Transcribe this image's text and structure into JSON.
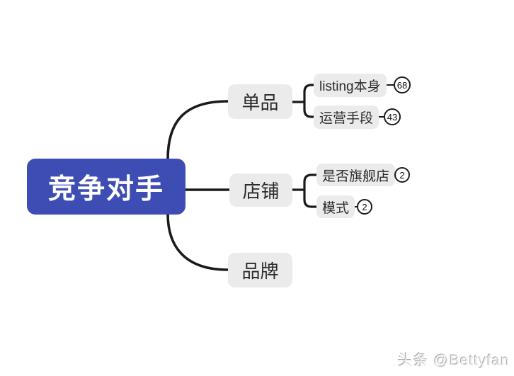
{
  "diagram": {
    "type": "mindmap",
    "root": {
      "label": "竞争对手"
    },
    "branches": [
      {
        "label": "单品",
        "children": [
          {
            "label": "listing本身",
            "count": "68"
          },
          {
            "label": "运营手段",
            "count": "43"
          }
        ]
      },
      {
        "label": "店铺",
        "children": [
          {
            "label": "是否旗舰店",
            "count": "2"
          },
          {
            "label": "模式",
            "count": "2"
          }
        ]
      },
      {
        "label": "品牌",
        "children": []
      }
    ]
  },
  "watermark": "头条 @Bettyfan",
  "colors": {
    "root_bg": "#3E4DB3",
    "root_text": "#FFFFFF",
    "node_bg": "#EBEBEB",
    "node_text": "#2B2B2B",
    "line": "#1A1A1A",
    "badge_border": "#1D1D1D"
  }
}
